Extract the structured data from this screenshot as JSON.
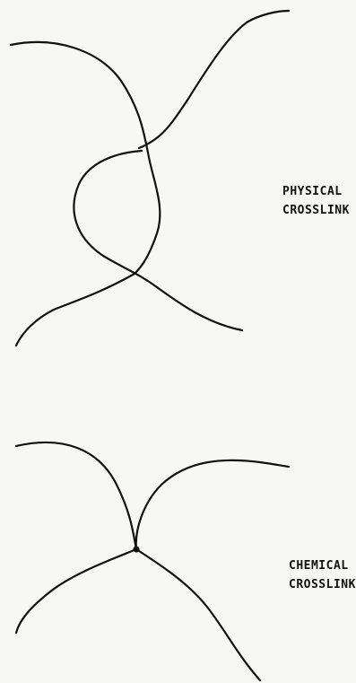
{
  "physical": {
    "line1": "PHYSICAL",
    "line2": "CROSSLINK"
  },
  "chemical": {
    "line1": "CHEMICAL",
    "line2": "CROSSLINK"
  },
  "colors": {
    "ink": "#111111",
    "paper": "#f7f7f5"
  }
}
